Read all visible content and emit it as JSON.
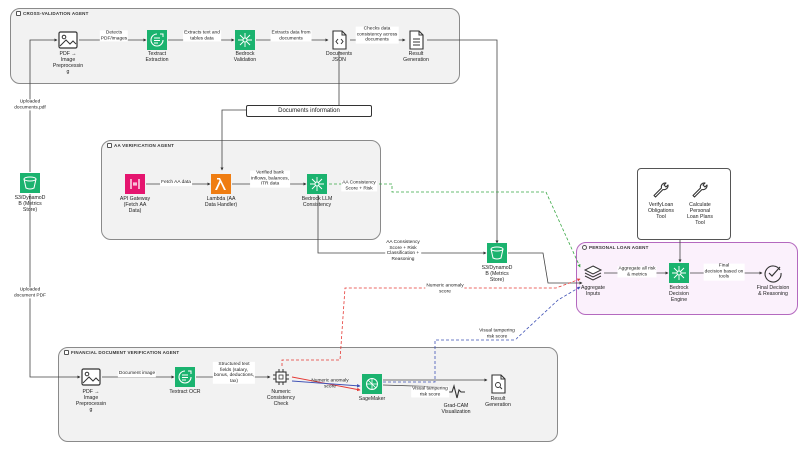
{
  "panels": {
    "cross": "CROSS-VALIDATION AGENT",
    "aa": "AA VERIFICATION AGENT",
    "fin": "FINANCIAL DOCUMENT VERIFICATION AGENT",
    "loan": "PERSONAL LOAN AGENT"
  },
  "nodes": {
    "pdf_image_top": "PDF →\nImage\nPreprocessin\ng",
    "textract_extraction": "Textract\nExtraction",
    "bedrock_validation": "Bedrock\nValidation",
    "documents_json": "Documents\nJSON",
    "result_generation_top": "Result\nGeneration",
    "s3_left": "S3/DynamoD\nB (Metrics\nStore)",
    "api_gateway": "API Gateway\n(Fetch AA\nData)",
    "lambda": "Lambda (AA\nData Handler)",
    "bedrock_llm": "Bedrock LLM\nConsistency",
    "s3_mid": "S3/DynamoD\nB (Metrics\nStore)",
    "verify_tool": "VerifyLoan\nObligations\nTool",
    "calc_tool": "Calculate\nPersonal\nLoan Plans\nTool",
    "aggregate": "Aggregate\nInputs",
    "decision_engine": "Bedrock\nDecision\nEngine",
    "final_decision": "Final Decision\n& Reasoning",
    "pdf_image_bottom": "PDF →\nImage\nPreprocessin\ng",
    "textract_ocr": "Textract OCR",
    "numeric_check": "Numeric\nConsistency\nCheck",
    "sagemaker": "SageMaker",
    "gradcam": "Grad-CAM\nVisualization",
    "result_generation_bottom": "Result\nGeneration"
  },
  "edges": {
    "detects_pdf": "Detects\nPDF/images",
    "extracts_text": "Extracts text and\ntables data",
    "extracts_docs": "Extracts data from\ndocuments",
    "checks_consistency": "Checks data\nconsistency across\ndocuments",
    "documents_information": "Documents information",
    "uploaded_docs": "Uploaded\ndocuments.pdf",
    "uploaded_pdf": "Uploaded\ndocument PDF",
    "fetch_aa": "Fetch AA data",
    "verified_bank": "Verified bank\ninflows, balances,\nITR data",
    "aa_consistency_risk": "AA Consistency\nScore + Risk",
    "aa_consistency_class": "AA Consistency\nScore + Risk\nClassification +\nReasoning",
    "numeric_anomaly_top": "Numeric anomaly\nscore",
    "visual_tampering_top": "Visual tampering\nrisk score",
    "aggregate_all": "Aggregate all risk\n& metrics",
    "final_decision_tools": "Final\ndecision based on\ntools",
    "document_image": "Document image",
    "structured_text": "Structured text\nfields (salary,\nbonus, deductions,\ntax)",
    "numeric_anomaly_bottom": "Numeric anomaly\nscore",
    "visual_tampering_bottom": "Visual tampering\nrisk score"
  },
  "colors": {
    "aws_green": "#1bb36f",
    "aws_orange": "#ef7d12",
    "aws_pink": "#e5156f",
    "loan_border": "#b469bf",
    "dash_green": "#3aa845",
    "dash_red": "#e53935",
    "dash_blue": "#3f51b5"
  }
}
